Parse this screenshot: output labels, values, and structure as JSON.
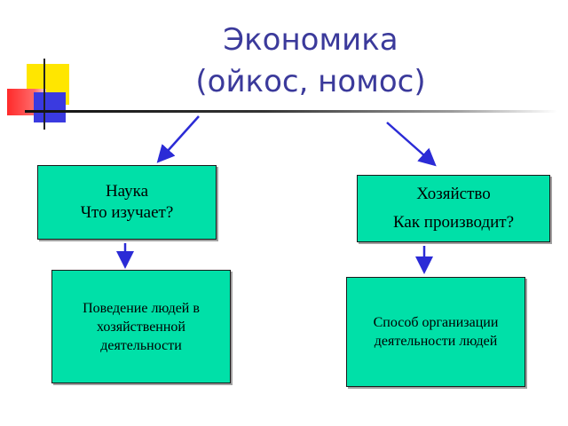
{
  "title": {
    "line1": "Экономика",
    "line2": "(ойкос, номос)"
  },
  "nodes": {
    "science": {
      "title": "Наука",
      "question": "Что изучает?"
    },
    "economy": {
      "title": "Хозяйство",
      "question": "Как производит?"
    },
    "behavior": {
      "line1": "Поведение людей в",
      "line2": "хозяйственной",
      "line3": "деятельности"
    },
    "method": {
      "line1": "Способ организации",
      "line2": "деятельности людей"
    }
  },
  "colors": {
    "title": "#3b3a9b",
    "box_fill": "#00e0a8",
    "arrow": "#2b2bd6"
  }
}
